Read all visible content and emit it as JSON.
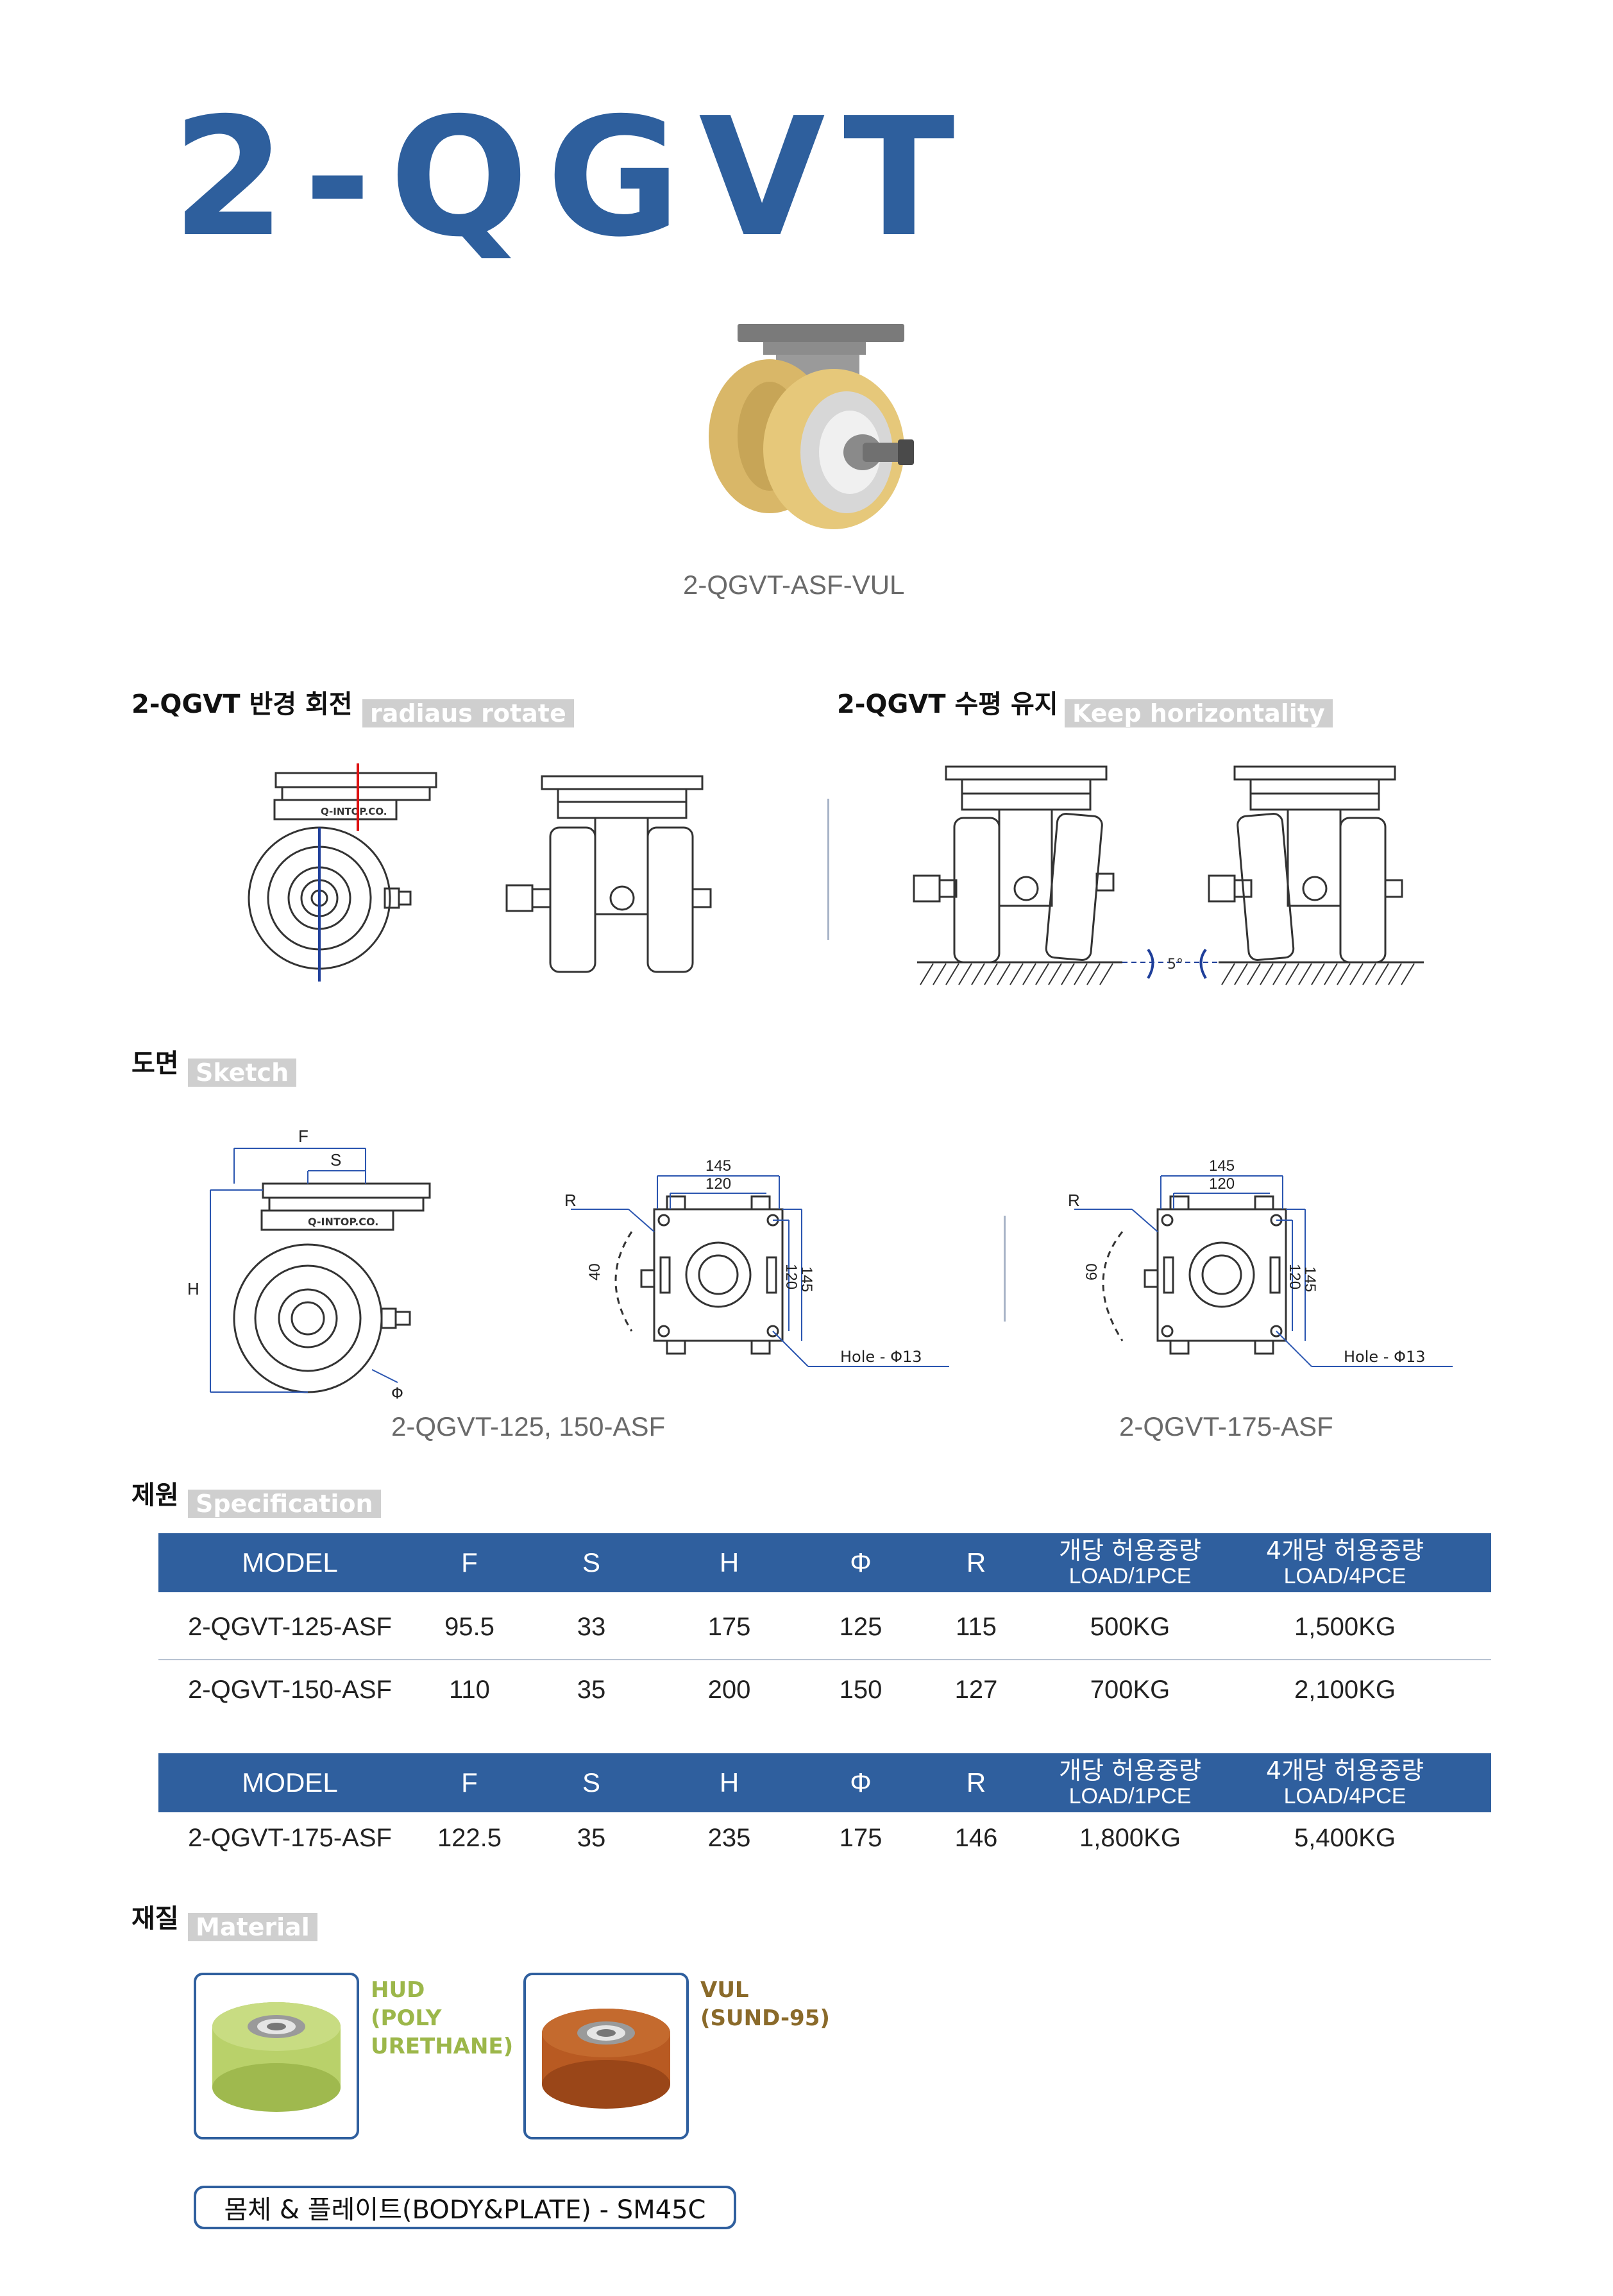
{
  "header": {
    "title": "2-QGVT"
  },
  "hero": {
    "caption": "2-QGVT-ASF-VUL"
  },
  "sections": {
    "radius": {
      "label": "2-QGVT 반경 회전",
      "sub": "radiaus rotate"
    },
    "horizontal": {
      "label": "2-QGVT 수평 유지",
      "sub": "Keep horizontality",
      "angle_label": "5°"
    },
    "sketch": {
      "label": "도면",
      "sub": "Sketch"
    },
    "spec": {
      "label": "제원",
      "sub": "Specification"
    },
    "material": {
      "label": "재질",
      "sub": "Material"
    }
  },
  "plate_text": "Q-INTOP.CO.",
  "sketch": {
    "side_labels": {
      "f": "F",
      "s": "S",
      "h": "H",
      "phi": "Φ"
    },
    "top1": {
      "dim_outer": "145",
      "dim_inner": "120",
      "r": "R",
      "offset": "40",
      "v_inner": "120",
      "v_outer": "145",
      "hole": "Hole - Φ13"
    },
    "top2": {
      "dim_outer": "145",
      "dim_inner": "120",
      "r": "R",
      "offset": "60",
      "v_inner": "120",
      "v_outer": "145",
      "hole": "Hole - Φ13"
    },
    "caption_left": "2-QGVT-125, 150-ASF",
    "caption_right": "2-QGVT-175-ASF"
  },
  "spec_table": {
    "headers": {
      "model": "MODEL",
      "f": "F",
      "s": "S",
      "h": "H",
      "phi": "Φ",
      "r": "R",
      "load1_ko": "개당 허용중량",
      "load1_en": "LOAD/1PCE",
      "load4_ko": "4개당 허용중량",
      "load4_en": "LOAD/4PCE"
    },
    "rows": [
      {
        "model": "2-QGVT-125-ASF",
        "f": "95.5",
        "s": "33",
        "h": "175",
        "phi": "125",
        "r": "115",
        "load1": "500KG",
        "load4": "1,500KG"
      },
      {
        "model": "2-QGVT-150-ASF",
        "f": "110",
        "s": "35",
        "h": "200",
        "phi": "150",
        "r": "127",
        "load1": "700KG",
        "load4": "2,100KG"
      }
    ],
    "rows2": [
      {
        "model": "2-QGVT-175-ASF",
        "f": "122.5",
        "s": "35",
        "h": "235",
        "phi": "175",
        "r": "146",
        "load1": "1,800KG",
        "load4": "5,400KG"
      }
    ]
  },
  "materials": [
    {
      "label": "HUD\n(POLY\nURETHANE)",
      "color": "#9cb74a"
    },
    {
      "label": "VUL\n(SUND-95)",
      "color": "#8a6a2a"
    }
  ],
  "body_plate": "몸체 & 플레이트(BODY&PLATE) - SM45C",
  "colors": {
    "brand_blue": "#2e5f9d",
    "wheel_pu": "#e6c87a",
    "wheel_vul": "#b85a22",
    "wheel_hud": "#b9d16a"
  }
}
